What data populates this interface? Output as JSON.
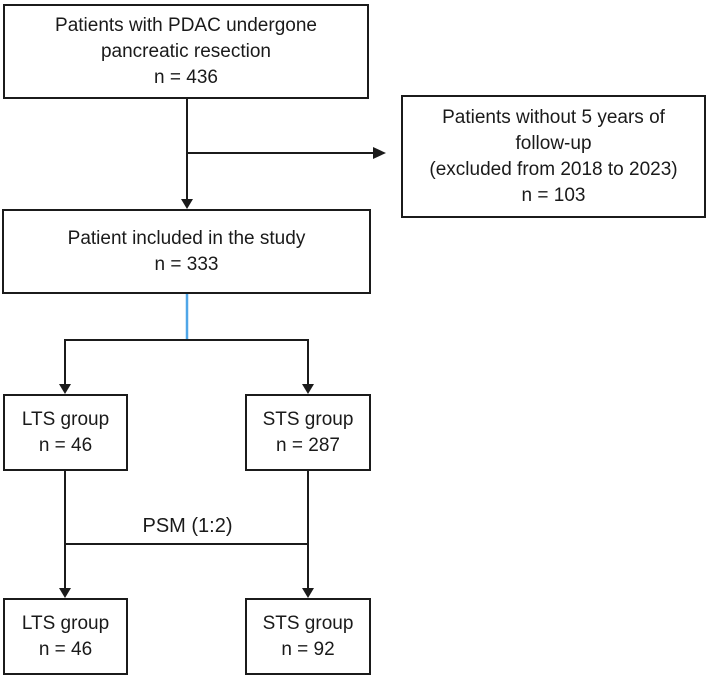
{
  "boxes": {
    "source": {
      "lines": [
        "Patients with PDAC undergone",
        "pancreatic resection",
        "n = 436"
      ]
    },
    "excluded": {
      "lines": [
        "Patients without 5 years of",
        "follow-up",
        "(excluded from 2018 to 2023)",
        "n = 103"
      ]
    },
    "included": {
      "lines": [
        "Patient included in the study",
        "n = 333"
      ]
    },
    "lts_pre_match": {
      "lines": [
        "LTS group",
        "n = 46"
      ]
    },
    "sts_pre_match": {
      "lines": [
        "STS group",
        "n = 287"
      ]
    },
    "lts_post_match": {
      "lines": [
        "LTS group",
        "n = 46"
      ]
    },
    "sts_post_match": {
      "lines": [
        "STS group",
        "n = 92"
      ]
    }
  },
  "labels": {
    "psm": "PSM (1:2)"
  },
  "colors": {
    "line": "#1b1b1b",
    "text": "#1a1a1a",
    "background": "#ffffff",
    "accent_connector": "#4fa6e8"
  }
}
